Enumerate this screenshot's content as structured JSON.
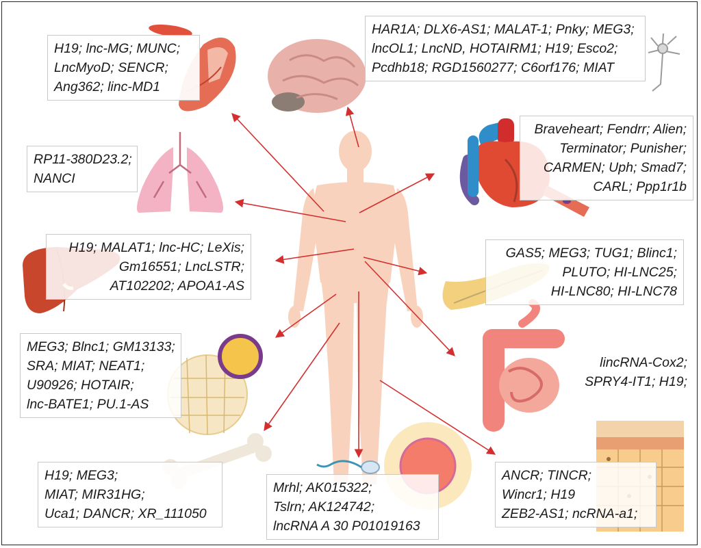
{
  "colors": {
    "arrow": "#d32f2f",
    "body": "#f8d2bd",
    "border": "#c9c9c9",
    "text": "#1a1a1a"
  },
  "boxes": {
    "muscle": {
      "organ_icon": "muscle-icon",
      "lines": [
        "H19; lnc-MG; MUNC;",
        "LncMyoD; SENCR;",
        "Ang362; linc-MD1"
      ]
    },
    "brain": {
      "organ_icon": "brain-icon",
      "lines": [
        "HAR1A; DLX6-AS1; MALAT-1; Pnky; MEG3;",
        "lncOL1; LncND, HOTAIRM1; H19; Esco2;",
        "Pcdhb18; RGD1560277; C6orf176; MIAT"
      ]
    },
    "lung": {
      "organ_icon": "lung-icon",
      "lines": [
        "RP11-380D23.2;",
        "NANCI"
      ]
    },
    "heart": {
      "organ_icon": "heart-icon",
      "lines": [
        "Braveheart; Fendrr; Alien;",
        "Terminator; Punisher;",
        "CARMEN; Uph; Smad7;",
        "CARL; Ppp1r1b"
      ]
    },
    "liver": {
      "organ_icon": "liver-icon",
      "lines": [
        "H19; MALAT1; lnc-HC; LeXis;",
        "Gm16551; LncLSTR;",
        "AT102202; APOA1-AS"
      ]
    },
    "pancreas": {
      "organ_icon": "pancreas-icon",
      "lines": [
        "GAS5; MEG3; TUG1; Blinc1;",
        "PLUTO; HI-LNC25;",
        "HI-LNC80; HI-LNC78"
      ]
    },
    "adipose": {
      "organ_icon": "adipose-icon",
      "lines": [
        "MEG3; Blnc1; GM13133;",
        "SRA; MIAT; NEAT1;",
        "U90926; HOTAIR;",
        "lnc-BATE1; PU.1-AS"
      ]
    },
    "intestine": {
      "organ_icon": "intestine-icon",
      "lines": [
        "lincRNA-Cox2;",
        "SPRY4-IT1; H19;"
      ]
    },
    "bone": {
      "organ_icon": "bone-icon",
      "lines": [
        "H19; MEG3;",
        "MIAT; MIR31HG;",
        "Uca1; DANCR; XR_111050"
      ]
    },
    "reproductive": {
      "organ_icon": "gamete-icon",
      "lines": [
        "Mrhl; AK015322;",
        "Tslrn; AK124742;",
        "lncRNA A 30 P01019163"
      ]
    },
    "skin": {
      "organ_icon": "skin-icon",
      "lines": [
        "ANCR; TINCR;",
        "Wincr1; H19",
        "ZEB2-AS1; ncRNA-a1;"
      ]
    }
  }
}
